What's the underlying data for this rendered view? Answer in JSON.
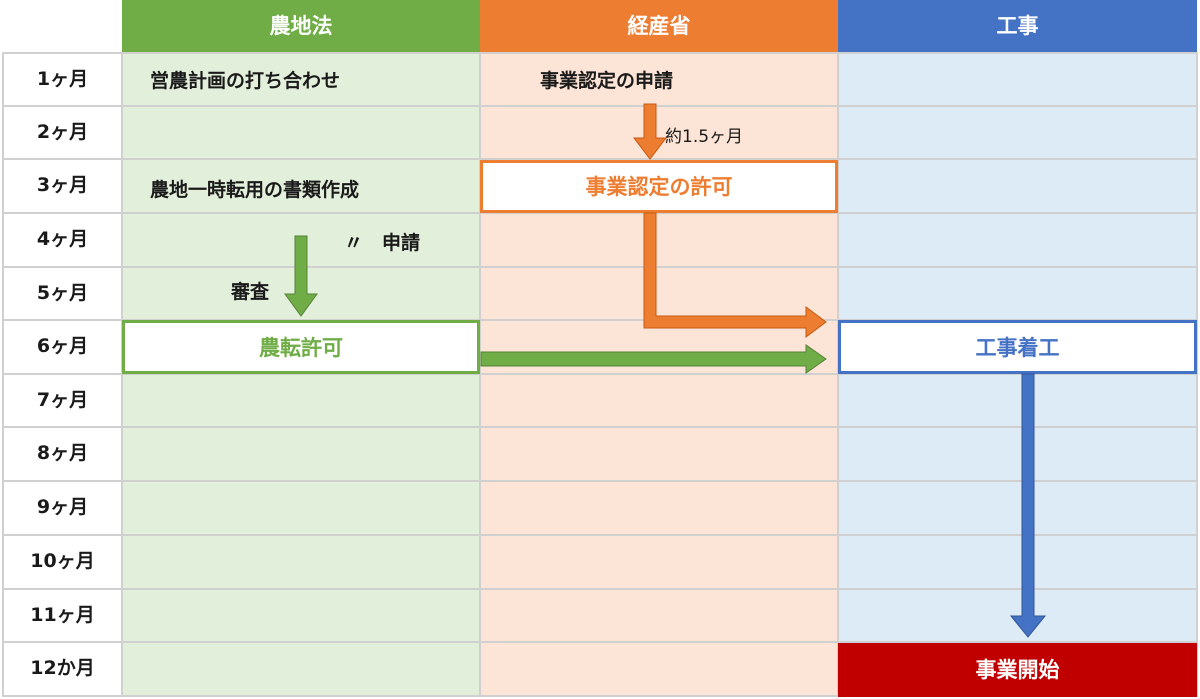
{
  "headers": {
    "nouchi": "農地法",
    "meti": "経産省",
    "works": "工事"
  },
  "months": [
    "1ヶ月",
    "2ヶ月",
    "3ヶ月",
    "4ヶ月",
    "5ヶ月",
    "6ヶ月",
    "7ヶ月",
    "8ヶ月",
    "9ヶ月",
    "10ヶ月",
    "11ヶ月",
    "12か月"
  ],
  "nouchi": {
    "plan_meeting": "営農計画の打ち合わせ",
    "documents": "農地一時転用の書類作成",
    "apply": "〃　申請",
    "review": "審査",
    "permit": "農転許可"
  },
  "meti": {
    "apply": "事業認定の申請",
    "duration": "約1.5ヶ月",
    "permit": "事業認定の許可"
  },
  "works": {
    "start": "工事着工",
    "open": "事業開始"
  },
  "colors": {
    "green": "#70ad47",
    "orange": "#ed7d31",
    "blue": "#4472c4",
    "red": "#c00000"
  }
}
